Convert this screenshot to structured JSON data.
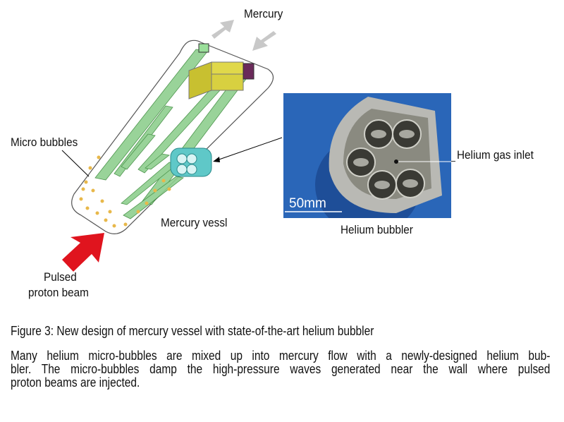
{
  "labels": {
    "mercury": "Mercury",
    "micro_bubbles": "Micro bubbles",
    "mercury_vessel": "Mercury vessl",
    "pulsed": "Pulsed",
    "proton_beam": "proton beam",
    "helium_gas_inlet": "Helium gas inlet",
    "helium_bubbler": "Helium bubbler",
    "scale_bar": "50mm"
  },
  "caption": "Figure 3: New design of mercury vessel with state-of-the-art helium bubbler",
  "paragraph_lines": [
    "Many helium micro-bubbles are mixed up into mercury flow with a newly-designed helium bub-",
    "bler. The micro-bubbles damp the high-pressure waves generated near the wall where pulsed",
    "proton beams are injected."
  ],
  "colors": {
    "beam_arrow": "#e0141e",
    "flow_arrow": "#c8c8c8",
    "plates": "#8fcf8f",
    "bubbler_block": "#5fc8c8",
    "pipe_block": "#e0d84a",
    "bubbles": "#e8b84a",
    "photo_bg": "#2a66b8"
  }
}
